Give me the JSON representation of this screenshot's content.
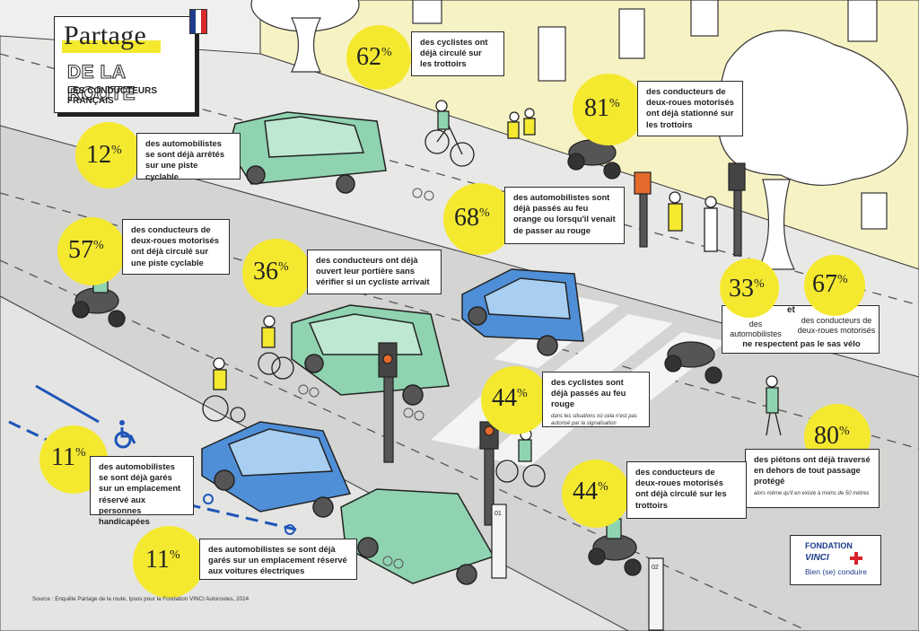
{
  "title": {
    "main": "Partage",
    "subtitle": "DE LA ROUTE",
    "tagline": "LES CONDUCTEURS FRANÇAIS"
  },
  "colors": {
    "accent_yellow": "#f5e930",
    "building": "#f7f2c4",
    "road": "#d2d2d2",
    "sidewalk": "#e6e6e6",
    "car_green": "#8fd3b0",
    "car_blue": "#4f8fd8",
    "accessible_blue": "#1f55b8",
    "brand_blue": "#1a3a8c",
    "flag": [
      "#1f3f8c",
      "#ffffff",
      "#d82a2a"
    ]
  },
  "stats": [
    {
      "percent": "62",
      "text": "des cyclistes ont déjà circulé sur les trottoirs"
    },
    {
      "percent": "81",
      "text": "des conducteurs de deux-roues motorisés ont déjà stationné sur les trottoirs"
    },
    {
      "percent": "12",
      "text": "des automobilistes se sont déjà arrêtés sur une piste cyclable"
    },
    {
      "percent": "68",
      "text": "des automobilistes sont déjà passés au feu orange ou lorsqu'il venait de passer au rouge"
    },
    {
      "percent": "57",
      "text": "des conducteurs de deux-roues motorisés ont déjà circulé sur une piste cyclable"
    },
    {
      "percent": "36",
      "text": "des conducteurs ont déjà ouvert leur portière sans vérifier si un cycliste arrivait"
    },
    {
      "percent": "44",
      "text": "des cyclistes sont déjà passés au feu rouge",
      "note": "dans les situations où cela n'est pas autorisé par la signalisation"
    },
    {
      "percent": "80",
      "text": "des piétons ont déjà traversé en dehors de tout passage protégé",
      "note": "alors même qu'il en existe à moins de 50 mètres"
    },
    {
      "percent": "11",
      "text": "des automobilistes se sont déjà garés sur un emplacement réservé aux personnes handicapées"
    },
    {
      "percent": "44",
      "text": "des conducteurs de deux-roues motorisés ont déjà circulé sur les trottoirs"
    },
    {
      "percent": "11",
      "text": "des automobilistes se sont déjà garés sur un emplacement réservé aux voitures électriques"
    }
  ],
  "sas": {
    "percent_a": "33",
    "percent_b": "67",
    "connector": "et",
    "label_a": "des automobilistes",
    "label_b": "des conducteurs de deux-roues motorisés",
    "caption": "ne respectent pas le sas vélo"
  },
  "signs": {
    "post_1": "01",
    "post_2": "02"
  },
  "source": "Source : Enquête Partage de la route, Ipsos pour la Fondation VINCI Autoroutes, 2024",
  "logo": {
    "line1": "FONDATION",
    "line2": "VINCI",
    "line3": "Bien (se) conduire",
    "mark_color": "#d8232a"
  },
  "icons": [
    "wheelchair-icon",
    "electric-charging-icon",
    "bicycle-icon",
    "french-flag-icon"
  ]
}
